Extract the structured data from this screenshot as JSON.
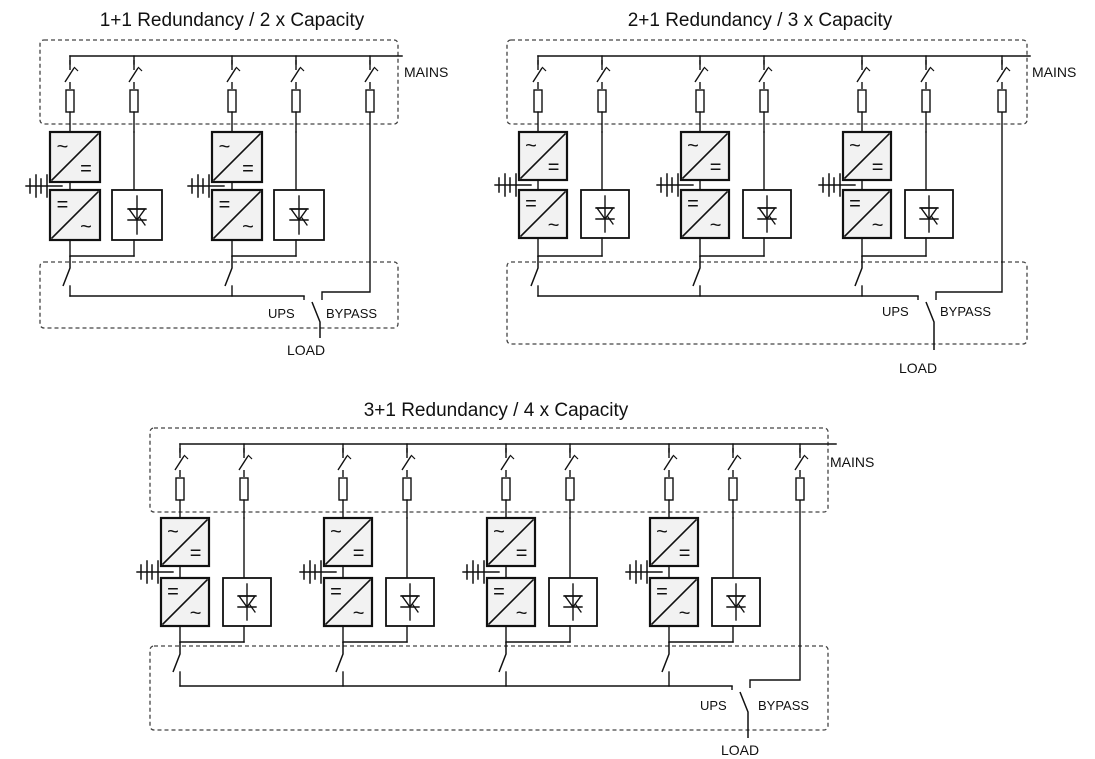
{
  "colors": {
    "line": "#111111",
    "dashed_frame": "#444444",
    "converter_fill": "#f2f2f2",
    "background": "#ffffff"
  },
  "symbols": {
    "ac": "~",
    "dc": "="
  },
  "diagrams": [
    {
      "title": "1+1 Redundancy  / 2 x Capacity",
      "mains_label": "MAINS",
      "ups_label": "UPS",
      "bypass_label": "BYPASS",
      "load_label": "LOAD",
      "ups_modules": 2
    },
    {
      "title": "2+1 Redundancy / 3 x Capacity",
      "mains_label": "MAINS",
      "ups_label": "UPS",
      "bypass_label": "BYPASS",
      "load_label": "LOAD",
      "ups_modules": 3
    },
    {
      "title": "3+1 Redundancy / 4 x Capacity",
      "mains_label": "MAINS",
      "ups_label": "UPS",
      "bypass_label": "BYPASS",
      "load_label": "LOAD",
      "ups_modules": 4
    }
  ]
}
